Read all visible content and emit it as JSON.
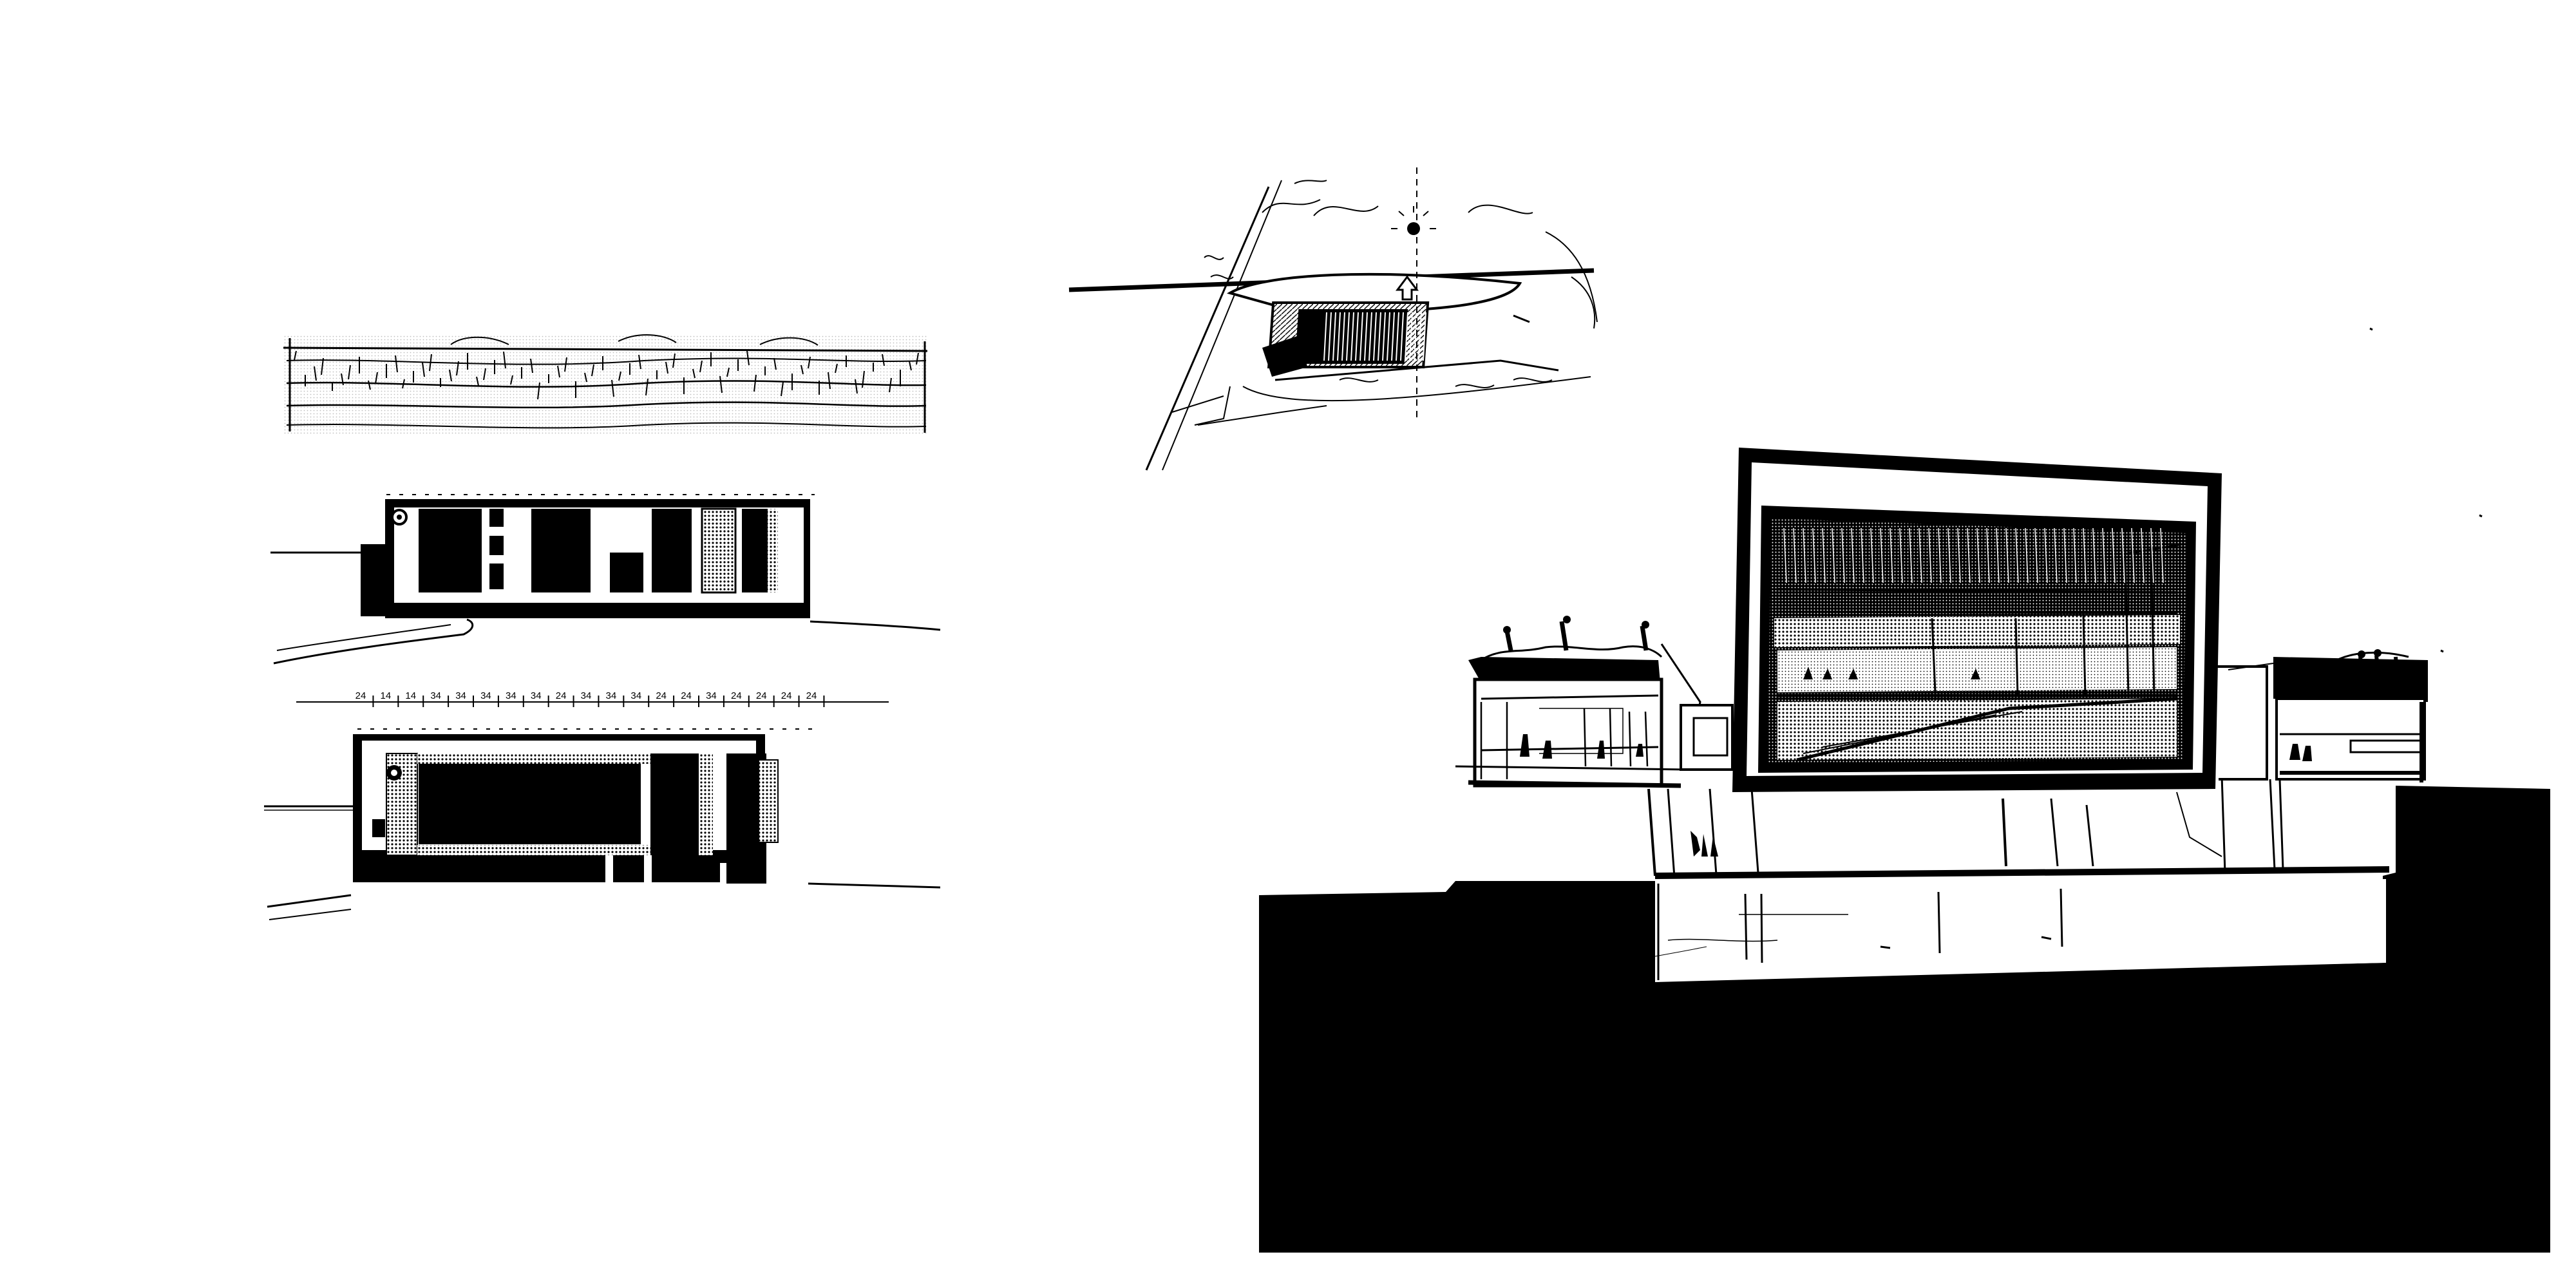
{
  "sheet": {
    "background_color": "#ffffff",
    "ink_color": "#000000",
    "fill_pattern": "halftone-dots"
  },
  "panels": [
    {
      "name": "roof-sketch",
      "kind": "sketch"
    },
    {
      "name": "upper-floor-plan",
      "kind": "plan"
    },
    {
      "name": "lower-floor-plan",
      "kind": "plan"
    },
    {
      "name": "site-sketch",
      "kind": "perspective"
    },
    {
      "name": "building-section",
      "kind": "section"
    }
  ],
  "dimension_chain": {
    "labels": [
      "24",
      "14",
      "14",
      "34",
      "34",
      "34",
      "34",
      "34",
      "24",
      "34",
      "34",
      "34",
      "24",
      "24",
      "34",
      "24",
      "24",
      "24",
      "24"
    ]
  }
}
